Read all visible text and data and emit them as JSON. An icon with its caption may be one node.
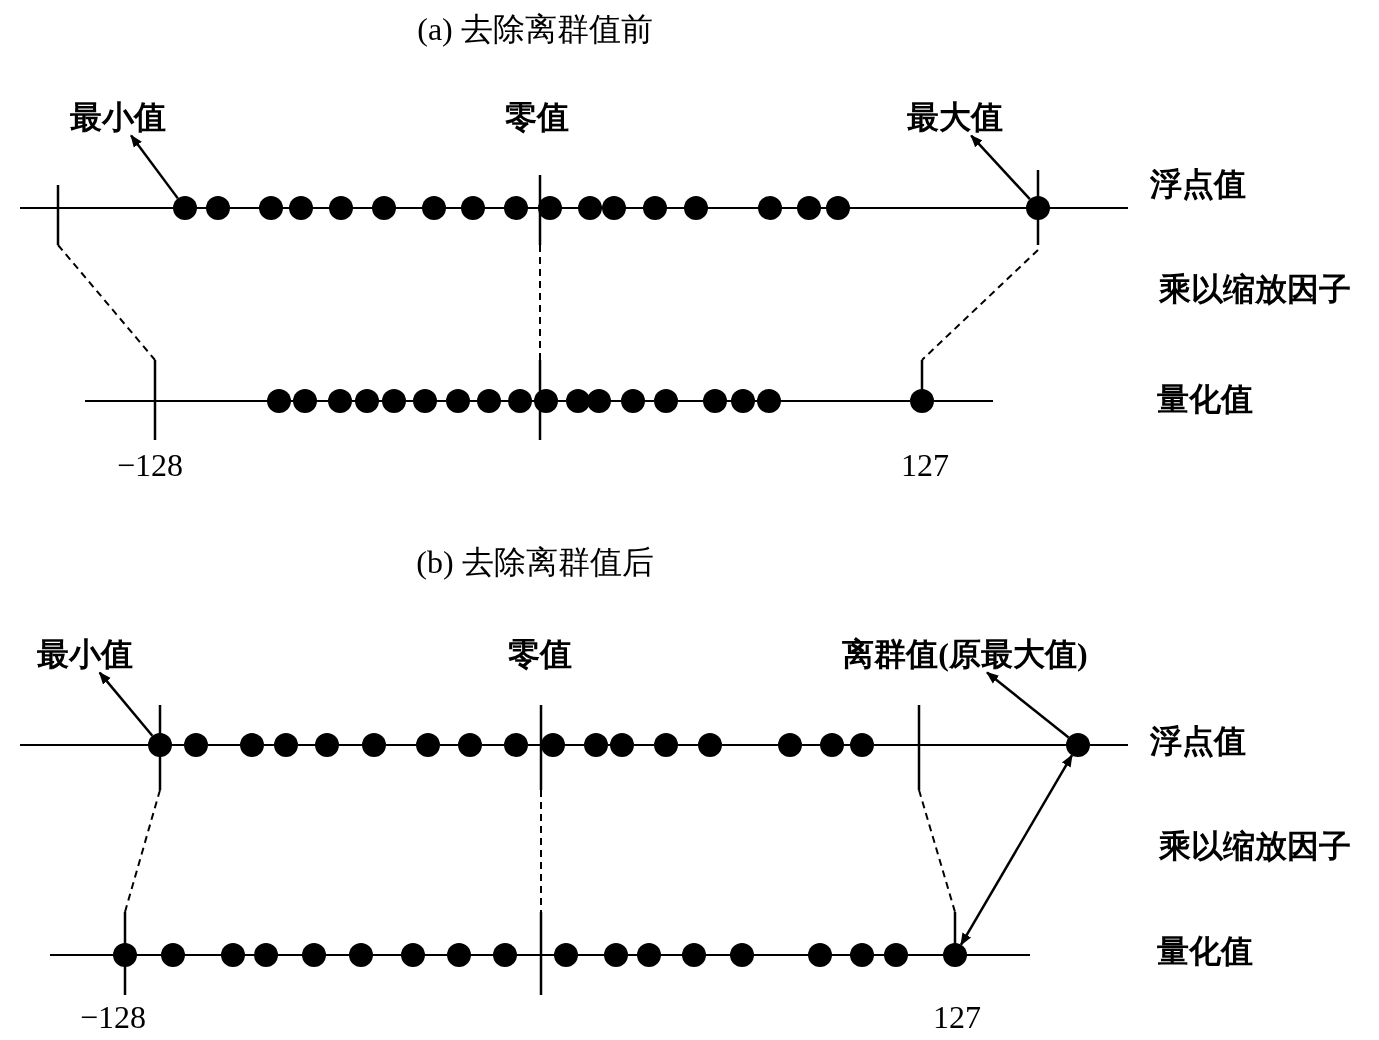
{
  "diagram": {
    "nodes": [
      {
        "text": [
          "最小值"
        ]
      },
      {
        "text": [],
        "shape": "circle"
      },
      {
        "text": [
          "最大值"
        ]
      },
      {
        "text": [],
        "shape": "circle"
      },
      {
        "text": [
          "最小值"
        ]
      },
      {
        "text": [],
        "shape": "circle"
      },
      {
        "text": [
          "离群值(原最大值)"
        ]
      },
      {
        "text": [],
        "shape": "circle"
      },
      {
        "text": [],
        "shape": "circle"
      }
    ],
    "edges": [
      {
        "from": 1,
        "to": 0,
        "arrow": "to"
      },
      {
        "from": 3,
        "to": 2,
        "arrow": "to"
      },
      {
        "from": 5,
        "to": 4,
        "arrow": "to"
      },
      {
        "from": 7,
        "to": 6,
        "arrow": "to"
      },
      {
        "from": 7,
        "to": 8,
        "arrow": "both"
      }
    ],
    "labels": [
      "(a) 去除离群值前",
      "零值",
      "浮点值",
      "乘以缩放因子",
      "量化值",
      "−128",
      "127",
      "(b) 去除离群值后",
      "零值",
      "浮点值",
      "乘以缩放因子",
      "量化值",
      "−128",
      "127"
    ]
  }
}
